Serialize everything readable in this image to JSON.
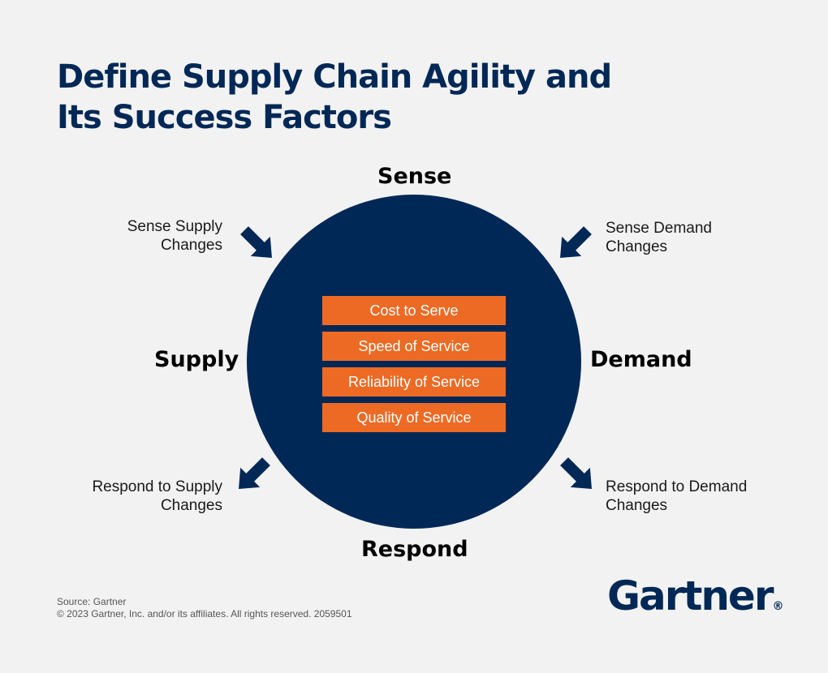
{
  "title": {
    "line1": "Define Supply Chain Agility and",
    "line2": "Its Success Factors"
  },
  "poles": {
    "top": "Sense",
    "left": "Supply",
    "right": "Demand",
    "bottom": "Respond"
  },
  "corner_labels": {
    "top_left": {
      "line1": "Sense Supply",
      "line2": "Changes"
    },
    "top_right": {
      "line1": "Sense Demand",
      "line2": "Changes"
    },
    "bottom_left": {
      "line1": "Respond to Supply",
      "line2": "Changes"
    },
    "bottom_right": {
      "line1": "Respond to Demand",
      "line2": "Changes"
    }
  },
  "success_factors": [
    "Cost to Serve",
    "Speed of Service",
    "Reliability of Service",
    "Quality of Service"
  ],
  "source": {
    "line1": "Source: Gartner",
    "line2": "© 2023 Gartner, Inc. and/or its affiliates. All rights reserved. 2059501"
  },
  "logo": {
    "text": "Gartner",
    "mark": "®"
  },
  "colors": {
    "navy": "#002856",
    "orange": "#ec6a24",
    "background": "#f2f2f2"
  }
}
